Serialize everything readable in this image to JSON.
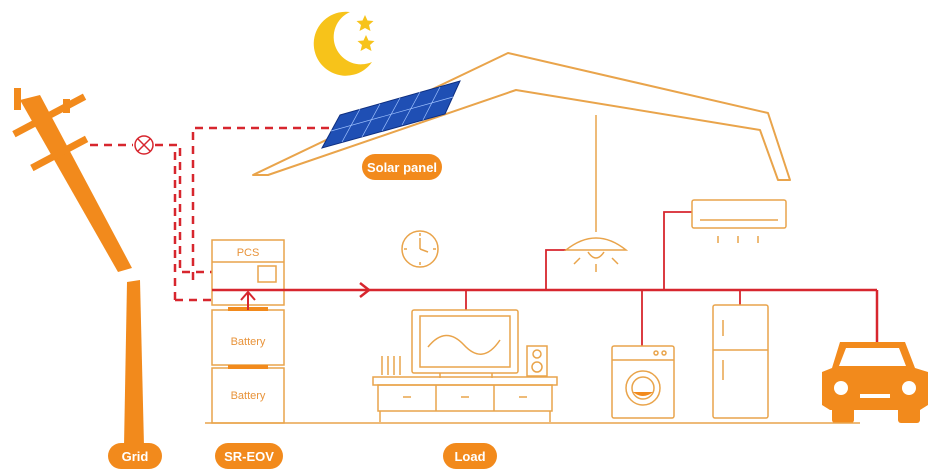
{
  "labels": {
    "solar_panel": "Solar panel",
    "pcs": "PCS",
    "battery_top": "Battery",
    "battery_bottom": "Battery",
    "grid": "Grid",
    "sr_eov": "SR-EOV",
    "load": "Load"
  },
  "colors": {
    "accent": "#f28a1c",
    "outline": "#e9a44b",
    "power_line": "#d7262e",
    "moon": "#f7c31a",
    "panel": "#1f4fb4",
    "pill_bg": "#f28a1c",
    "pill_text": "#ffffff"
  },
  "icons": [
    "moon-icon",
    "star-icon",
    "solar-panel-icon",
    "utility-pole-icon",
    "breaker-x-icon",
    "clock-icon",
    "ceiling-lamp-icon",
    "air-conditioner-icon",
    "tv-icon",
    "speaker-icon",
    "tv-cabinet-icon",
    "washing-machine-icon",
    "refrigerator-icon",
    "car-icon",
    "flow-arrow-icon"
  ]
}
